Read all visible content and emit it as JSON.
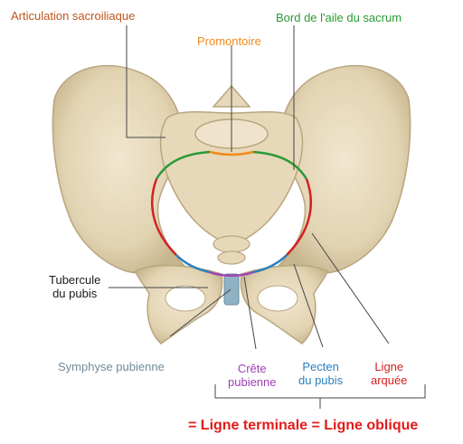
{
  "labels": {
    "sacroiliac": "Articulation sacroiliaque",
    "sacrum_ala": "Bord de l'aile du sacrum",
    "promontory": "Promontoire",
    "tubercle_line1": "Tubercule",
    "tubercle_line2": "du pubis",
    "symphysis": "Symphyse pubienne",
    "crest_line1": "Crête",
    "crest_line2": "pubienne",
    "pecten_line1": "Pecten",
    "pecten_line2": "du pubis",
    "arcuate_line1": "Ligne",
    "arcuate_line2": "arquée"
  },
  "footer": "= Ligne terminale = Ligne oblique",
  "colors": {
    "sacroiliac": "#c0561b",
    "sacrum_ala": "#2a9a35",
    "promontory": "#f08a1c",
    "tubercle": "#1a1a1a",
    "symphysis": "#6f8c9c",
    "crest": "#a040b8",
    "pecten": "#2a7fc0",
    "arcuate": "#d42020",
    "footer": "#e41a1a",
    "bone": "#e8dcc0",
    "bone_shadow": "#c9b994"
  }
}
